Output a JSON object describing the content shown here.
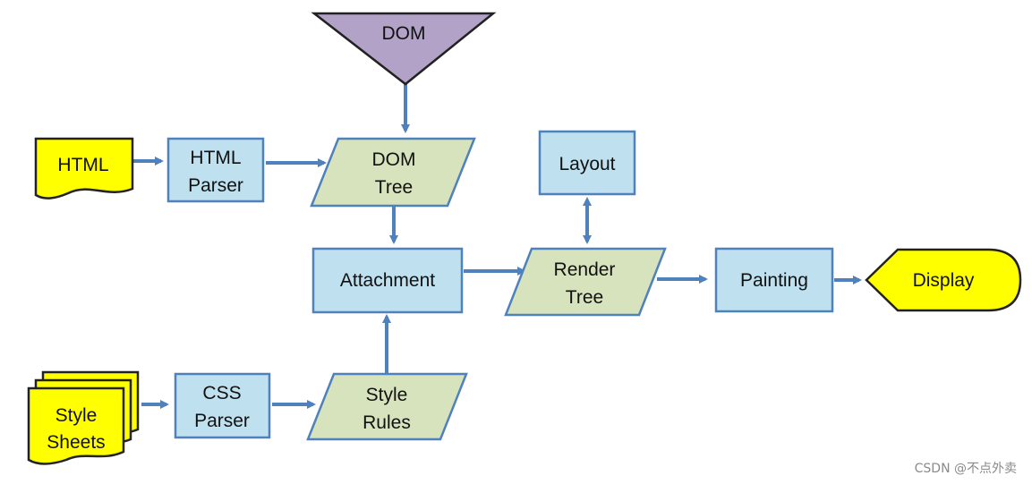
{
  "diagram": {
    "nodes": {
      "dom": {
        "lines": [
          "DOM"
        ]
      },
      "html": {
        "lines": [
          "HTML"
        ]
      },
      "html_parser": {
        "lines": [
          "HTML",
          "Parser"
        ]
      },
      "dom_tree": {
        "lines": [
          "DOM",
          "Tree"
        ]
      },
      "layout": {
        "lines": [
          "Layout"
        ]
      },
      "attachment": {
        "lines": [
          "Attachment"
        ]
      },
      "render_tree": {
        "lines": [
          "Render",
          "Tree"
        ]
      },
      "painting": {
        "lines": [
          "Painting"
        ]
      },
      "display": {
        "lines": [
          "Display"
        ]
      },
      "style_sheets": {
        "lines": [
          "Style",
          "Sheets"
        ]
      },
      "css_parser": {
        "lines": [
          "CSS",
          "Parser"
        ]
      },
      "style_rules": {
        "lines": [
          "Style",
          "Rules"
        ]
      }
    },
    "edges": [
      {
        "from": "DOM",
        "to": "DOM Tree"
      },
      {
        "from": "HTML",
        "to": "HTML Parser"
      },
      {
        "from": "HTML Parser",
        "to": "DOM Tree"
      },
      {
        "from": "DOM Tree",
        "to": "Attachment"
      },
      {
        "from": "Attachment",
        "to": "Render Tree"
      },
      {
        "from": "Layout",
        "to": "Render Tree",
        "bidirectional": true
      },
      {
        "from": "Render Tree",
        "to": "Painting"
      },
      {
        "from": "Painting",
        "to": "Display"
      },
      {
        "from": "Style Sheets",
        "to": "CSS Parser"
      },
      {
        "from": "CSS Parser",
        "to": "Style Rules"
      },
      {
        "from": "Style Rules",
        "to": "Attachment"
      }
    ],
    "colors": {
      "process_fill": "#bfe0ee",
      "data_fill": "#d6e3bc",
      "dom_fill": "#b3a2c7",
      "io_fill": "#ffff00",
      "stroke": "#4f81bd",
      "arrow": "#4f81bd"
    }
  },
  "watermark": "CSDN @不点外卖"
}
